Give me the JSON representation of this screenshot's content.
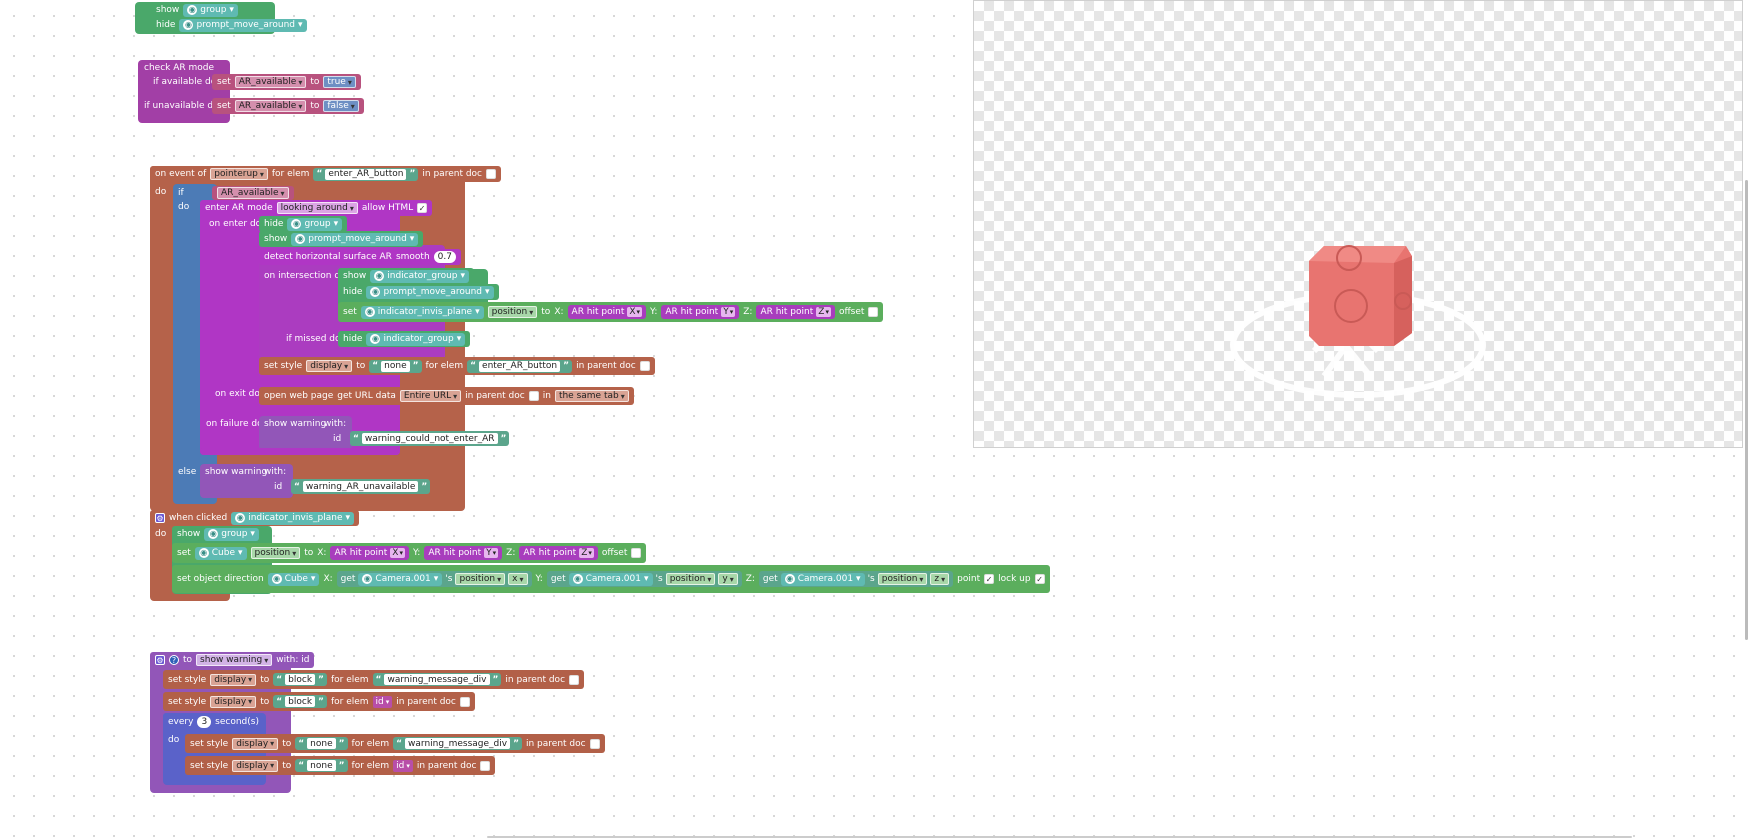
{
  "blk1": {
    "show": "show",
    "group": "group",
    "hide": "hide",
    "prompt": "prompt_move_around"
  },
  "ar_check": {
    "title": "check AR mode",
    "if_available": "if available do",
    "if_unavailable": "if unavailable do",
    "set": "set",
    "var": "AR_available",
    "to": "to",
    "true": "true",
    "false": "false"
  },
  "event": {
    "on_event": "on event of",
    "event_name": "pointerup",
    "for_elem": "for elem",
    "elem": "enter_AR_button",
    "in_parent_doc": "in parent doc",
    "do": "do",
    "if": "if",
    "ar_var": "AR_available",
    "enter_ar": "enter AR mode",
    "mode": "looking around",
    "allow_html": "allow HTML",
    "on_enter": "on enter do",
    "hide": "hide",
    "show": "show",
    "group": "group",
    "prompt": "prompt_move_around",
    "detect": "detect horizontal surface AR",
    "smooth": "smooth",
    "smooth_val": "0.7",
    "on_intersection": "on intersection do",
    "indicator_group": "indicator_group",
    "set": "set",
    "plane": "indicator_invis_plane",
    "position": "position",
    "to": "to",
    "x": "X:",
    "y": "Y:",
    "z": "Z:",
    "hit_point": "AR hit point",
    "X": "X",
    "Y": "Y",
    "Z": "Z",
    "offset": "offset",
    "if_missed": "if missed do",
    "set_style": "set style",
    "display": "display",
    "none": "none",
    "on_exit": "on exit do",
    "open_web": "open web page",
    "get_url": "get URL data",
    "entire_url": "Entire URL",
    "in": "in",
    "same_tab": "the same tab",
    "on_failure": "on failure do",
    "show_warning": "show warning",
    "with": "with:",
    "id": "id",
    "warn_enter": "warning_could_not_enter_AR",
    "else": "else",
    "warn_unavail": "warning_AR_unavailable"
  },
  "clicked": {
    "when_clicked": "when clicked",
    "plane": "indicator_invis_plane",
    "do": "do",
    "show": "show",
    "group": "group",
    "set": "set",
    "cube": "Cube",
    "position": "position",
    "to": "to",
    "x": "X:",
    "y": "Y:",
    "z": "Z:",
    "hit_point": "AR hit point",
    "X": "X",
    "Y": "Y",
    "Z": "Z",
    "offset": "offset",
    "set_dir": "set object direction",
    "get": "get",
    "camera": "Camera.001",
    "s": "'s",
    "px": "x",
    "py": "y",
    "pz": "z",
    "point": "point",
    "lock_up": "lock up"
  },
  "func": {
    "to": "to",
    "name": "show warning",
    "with": "with: id",
    "set_style": "set style",
    "display": "display",
    "block": "block",
    "for_elem": "for elem",
    "warning_div": "warning_message_div",
    "in_parent_doc": "in parent doc",
    "id": "id",
    "every": "every",
    "secs_val": "3",
    "seconds": "second(s)",
    "do": "do",
    "none": "none"
  },
  "colors": {
    "green": "#4aa86a",
    "pink": "#b8527e",
    "brown": "#b5624a",
    "magenta": "#b036c5",
    "blue": "#4c7bb6"
  },
  "preview": {
    "model": "red cube"
  }
}
